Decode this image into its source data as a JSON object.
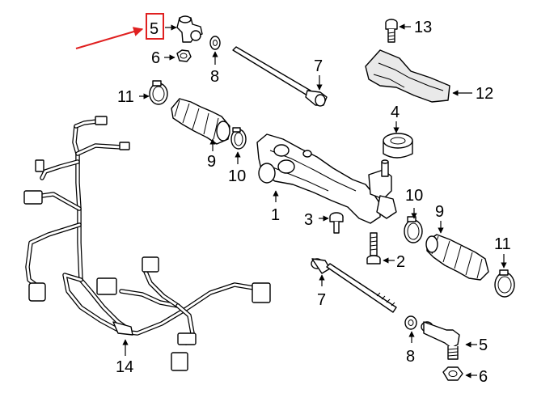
{
  "callouts": {
    "c5_top": "5",
    "c6_top": "6",
    "c8_top": "8",
    "c7_top": "7",
    "c13": "13",
    "c12": "12",
    "c4": "4",
    "c11_left": "11",
    "c9_left": "9",
    "c10_left": "10",
    "c1": "1",
    "c3": "3",
    "c10_right": "10",
    "c9_right": "9",
    "c11_right": "11",
    "c2": "2",
    "c7_bottom": "7",
    "c8_bottom": "8",
    "c5_bottom": "5",
    "c6_bottom": "6",
    "c14": "14"
  },
  "colors": {
    "highlight": "#e02020",
    "line": "#000000",
    "background": "#ffffff"
  },
  "highlighted_callout": "5"
}
